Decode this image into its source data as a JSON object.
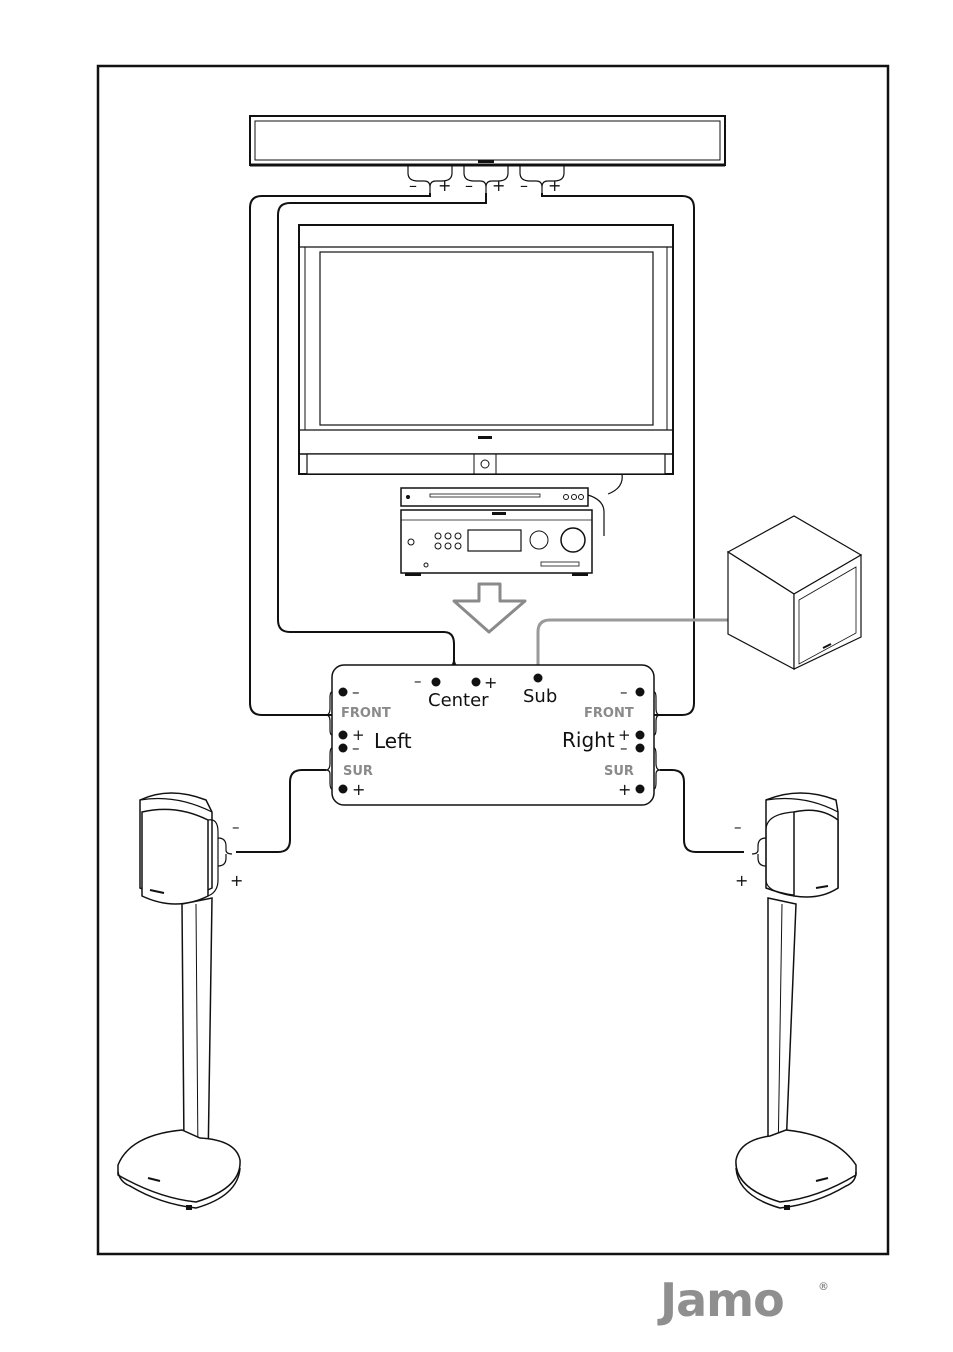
{
  "soundbar": {
    "terminals": [
      {
        "minus": "–",
        "plus": "+"
      },
      {
        "minus": "–",
        "plus": "+"
      },
      {
        "minus": "–",
        "plus": "+"
      }
    ]
  },
  "receiver_panel": {
    "center_label": "Center",
    "center_minus": "–",
    "center_plus": "+",
    "sub_label": "Sub",
    "front_left_label": "FRONT",
    "front_right_label": "FRONT",
    "sur_left_label": "SUR",
    "sur_right_label": "SUR",
    "left_label": "Left",
    "right_label": "Right",
    "fl_minus": "–",
    "fl_plus": "+",
    "sl_minus": "–",
    "sl_plus": "+",
    "fr_minus": "–",
    "fr_plus": "+",
    "sr_minus": "–",
    "sr_plus": "+"
  },
  "speakers": {
    "left_minus": "–",
    "left_plus": "+",
    "right_minus": "–",
    "right_plus": "+"
  },
  "brand": {
    "logo_text": "Jamo",
    "registered_mark": "®"
  }
}
